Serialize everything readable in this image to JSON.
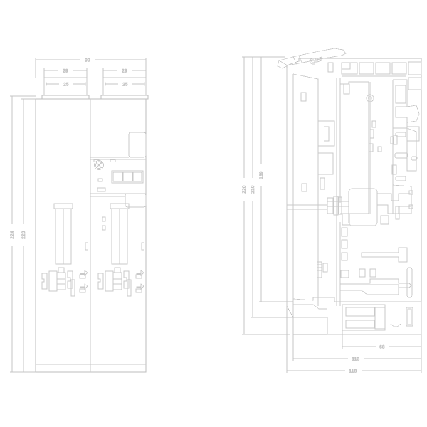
{
  "drawing": {
    "title": "Dimensional drawing - two orthographic views",
    "background_color": "#ffffff",
    "line_color": "#c9c9c9",
    "heavy_line_color": "#b4b4b4",
    "dimension_line_color": "#c4c4c4",
    "dimension_text_color": "#a8a8a8",
    "units": "mm",
    "views": [
      {
        "name": "front-view",
        "position": "left"
      },
      {
        "name": "side-view",
        "position": "right"
      }
    ]
  },
  "front_view": {
    "name": "front-view",
    "dimensions": {
      "overall_width": "90",
      "module_width_left": "29",
      "module_width_right": "29",
      "inner_width_left": "25",
      "inner_width_right": "25",
      "overall_height": "224",
      "body_height": "220"
    }
  },
  "side_view": {
    "name": "side-view",
    "dimensions": {
      "overall_height": "220",
      "body_height": "210",
      "inner_height": "189",
      "depth_rear": "68",
      "depth_mid": "113",
      "depth_overall": "118"
    }
  },
  "labels": {
    "d90": "90",
    "d29a": "29",
    "d29b": "29",
    "d25a": "25",
    "d25b": "25",
    "d224": "224",
    "d220_front": "220",
    "d220_side": "220",
    "d210": "210",
    "d189": "189",
    "d68": "68",
    "d113": "113",
    "d118": "118"
  }
}
